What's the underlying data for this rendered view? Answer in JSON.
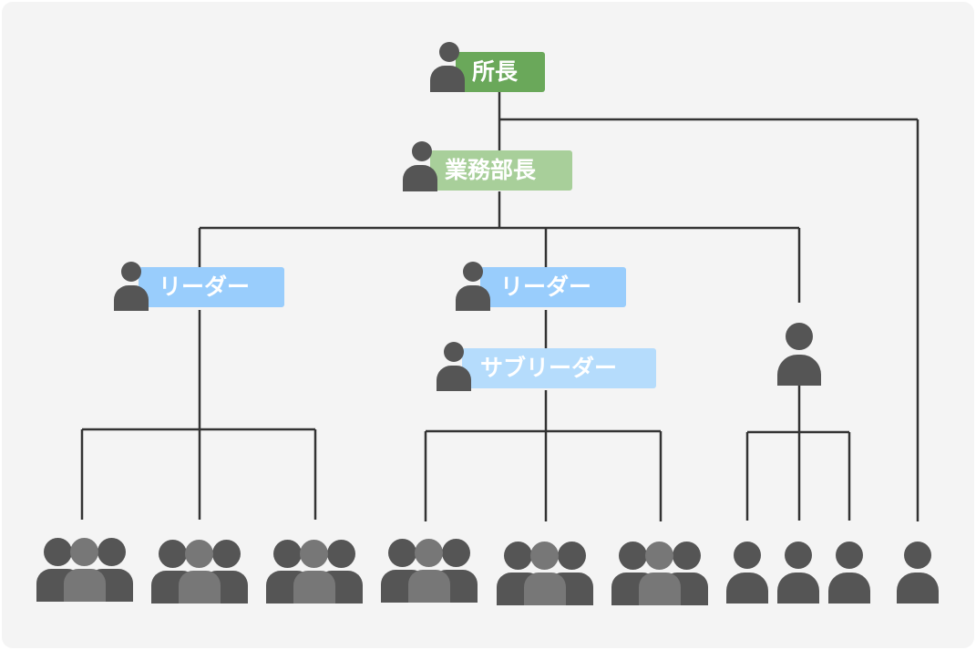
{
  "diagram": {
    "title": "組織図",
    "colors": {
      "head_green": "#6aa85a",
      "manager_green": "#a8cf9a",
      "leader_blue": "#99cdfc",
      "subleader_blue": "#b5dcfc",
      "icon_gray": "#555555",
      "icon_gray_light": "#777777",
      "line": "#333333",
      "background": "#f4f4f4"
    },
    "nodes": {
      "director": {
        "label": "所長",
        "role": "director"
      },
      "ops_manager": {
        "label": "業務部長",
        "role": "manager"
      },
      "leader_left": {
        "label": "リーダー",
        "role": "leader"
      },
      "leader_center": {
        "label": "リーダー",
        "role": "leader"
      },
      "subleader_center": {
        "label": "サブリーダー",
        "role": "sub-leader"
      },
      "unlabeled_staff": {
        "label": "",
        "role": "staff"
      }
    },
    "teams": [
      {
        "under": "leader_left",
        "groups": 3,
        "icon": "group-icon"
      },
      {
        "under": "subleader_center",
        "groups": 3,
        "icon": "group-icon"
      },
      {
        "under": "unlabeled_staff",
        "persons": 3,
        "icon": "person-icon"
      },
      {
        "under": "director",
        "persons": 1,
        "icon": "person-icon"
      }
    ]
  }
}
